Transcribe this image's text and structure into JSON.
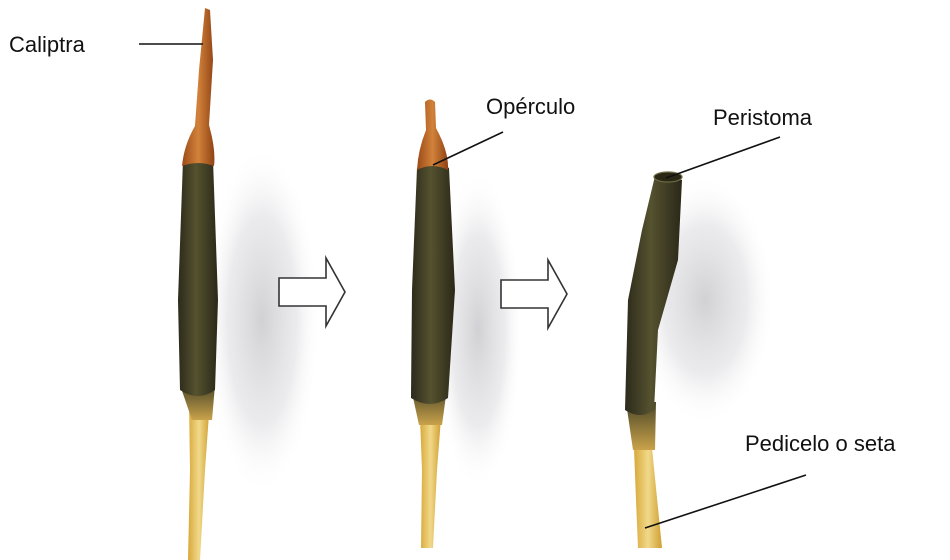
{
  "labels": {
    "caliptra": "Caliptra",
    "operculo": "Opérculo",
    "peristoma": "Peristoma",
    "pedicelo": "Pedicelo o seta"
  },
  "colors": {
    "background": "#ffffff",
    "capsule_dark": "#3c3a26",
    "capsule_mid": "#55522f",
    "seta_yellow": "#e2b947",
    "seta_light": "#f1d98a",
    "calyptra_orange": "#b85a1e",
    "operculum_orange": "#c46a22",
    "shadow": "#d9d9db",
    "arrow_stroke": "#333333",
    "leader_line": "#111111"
  },
  "icons": [
    "arrow-right-outline-icon",
    "arrow-right-outline-icon"
  ]
}
